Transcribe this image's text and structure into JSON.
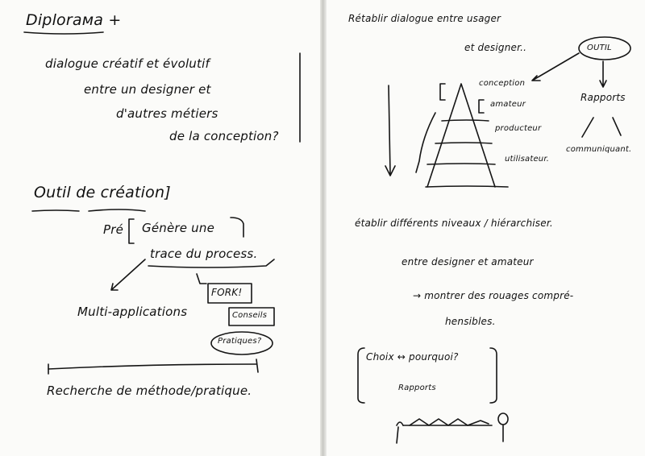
{
  "left_page": {
    "title": "Diploraмa +",
    "q_line1": "dialogue créatif et évolutif",
    "q_line2": "entre un designer et",
    "q_line3": "d'autres métiers",
    "q_line4": "de la conception?",
    "section_title": "Outil de création]",
    "pre": "Pré",
    "genere_line1": "Génère une",
    "genere_line2": "trace du process.",
    "fork": "FORK!",
    "multi": "Multi-applications",
    "conseils": "Conseils",
    "pratiques": "Pratiques?",
    "recherche": "Recherche de méthode/pratique."
  },
  "right_page": {
    "intro_line1": "Rétablir dialogue entre usager",
    "intro_line2": "et designer..",
    "outil": "OUTIL",
    "rapports": "Rapports",
    "communiquant": "communiquant.",
    "conception": "conception",
    "amateur": "amateur",
    "producteur": "producteur",
    "utilisateur": "utilisateur.",
    "etablir": "établir différents niveaux / hiérarchiser.",
    "entre_line": "entre designer et amateur",
    "montrer_line1": "→ montrer des rouages compré-",
    "montrer_line2": "hensibles.",
    "choix": "Choix ↔ pourquoi?",
    "rapports2": "Rapports"
  }
}
